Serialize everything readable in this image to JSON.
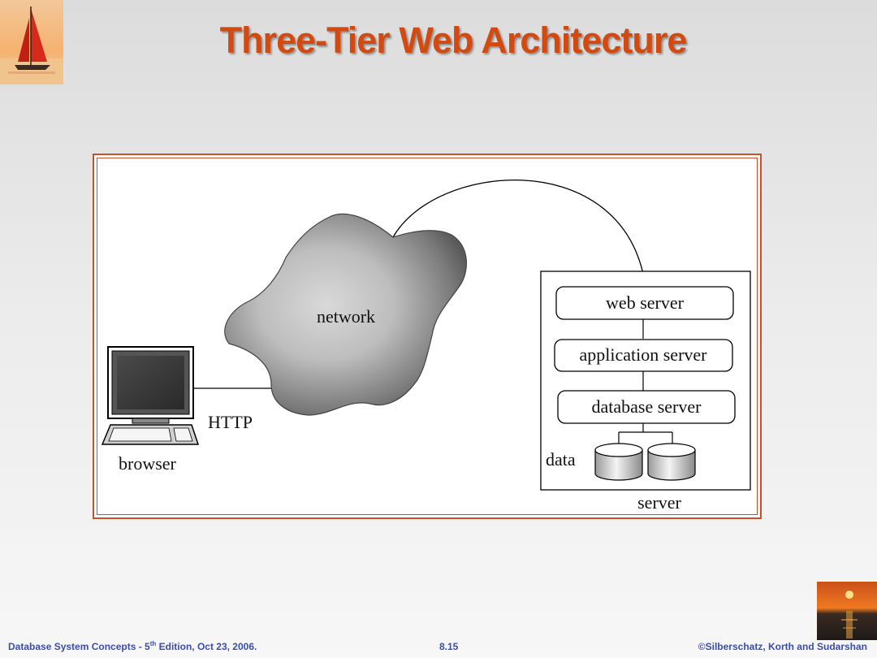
{
  "slide": {
    "title": "Three-Tier Web Architecture"
  },
  "diagram": {
    "network_label": "network",
    "http_label": "HTTP",
    "browser_label": "browser",
    "server_label": "server",
    "data_label": "data",
    "tiers": [
      {
        "label": "web server"
      },
      {
        "label": "application server"
      },
      {
        "label": "database server"
      }
    ]
  },
  "footer": {
    "left_pre": "Database System Concepts - 5",
    "left_sup": "th",
    "left_post": " Edition, Oct 23, 2006.",
    "center": "8.15",
    "right": "©Silberschatz, Korth and Sudarshan"
  },
  "colors": {
    "title": "#d24a10",
    "frame_border": "#c8502a",
    "footer_text": "#3b4ea8"
  }
}
